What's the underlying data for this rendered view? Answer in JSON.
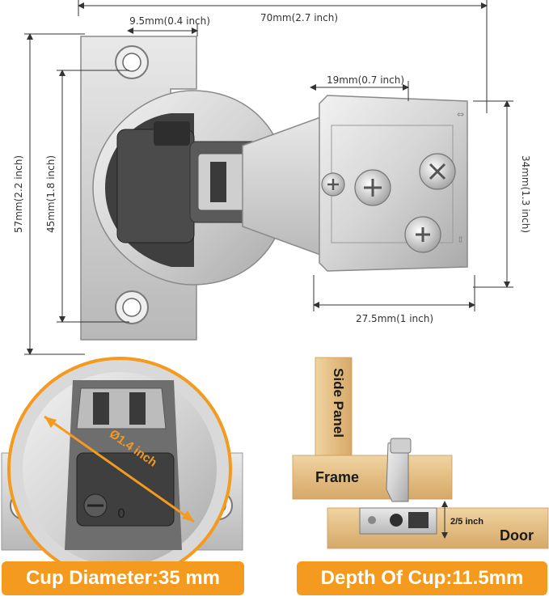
{
  "dimensions": {
    "total_width": "70mm(2.7 inch)",
    "screw_offset": "9.5mm(0.4 inch)",
    "plate_offset": "19mm(0.7 inch)",
    "total_height": "57mm(2.2 inch)",
    "cup_height": "45mm(1.8 inch)",
    "plate_height": "34mm(1.3 inch)",
    "plate_width": "27.5mm(1 inch)"
  },
  "cup_detail": {
    "diameter_label": "Ø1.4 inch",
    "cup_digit": "0"
  },
  "installation": {
    "side_panel": "Side Panel",
    "frame": "Frame",
    "door": "Door",
    "overlay": "2/5 inch"
  },
  "banners": {
    "cup_diameter": "Cup Diameter:35 mm",
    "cup_depth": "Depth Of Cup:11.5mm"
  },
  "colors": {
    "accent": "#f39a1f",
    "metal": "#d9d9d9",
    "wood": "#e8c48e",
    "cup_dark": "#3f3f3f"
  }
}
